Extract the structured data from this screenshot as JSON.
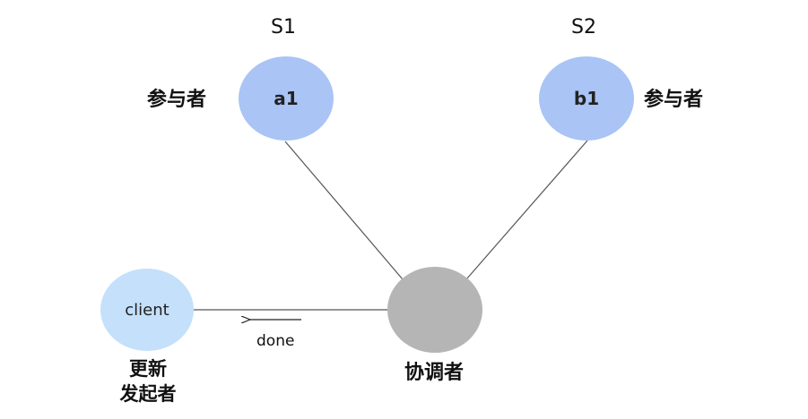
{
  "colors": {
    "participant_fill": "#a9c4f5",
    "client_fill": "#c4e0fb",
    "coordinator_fill": "#b5b5b5",
    "edge_stroke": "#555555",
    "text": "#111111"
  },
  "servers": {
    "s1": {
      "label": "S1"
    },
    "s2": {
      "label": "S2"
    }
  },
  "nodes": {
    "a1": {
      "label": "a1",
      "role": "参与者"
    },
    "b1": {
      "label": "b1",
      "role": "参与者"
    },
    "client": {
      "label": "client",
      "role_lines": [
        "更新",
        "发起者"
      ]
    },
    "coordinator": {
      "label": "",
      "role": "协调者"
    }
  },
  "edges": {
    "client_to_coordinator": {
      "label": "done",
      "arrow_direction": "left"
    }
  }
}
